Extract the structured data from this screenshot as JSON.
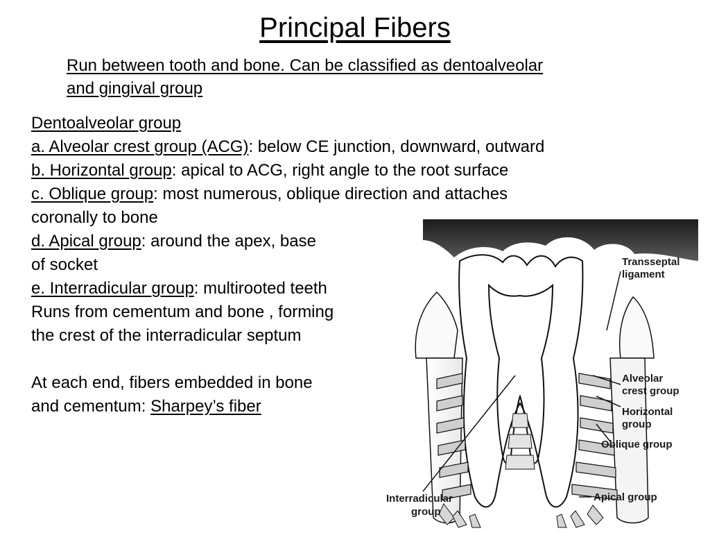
{
  "slide": {
    "title": "Principal Fibers",
    "subtitle_line1": "Run between tooth and bone. Can be classified as dentoalveolar",
    "subtitle_line2": "and gingival group",
    "lines": {
      "group_heading": "Dentoalveolar group",
      "a_label": "a. Alveolar crest group (ACG)",
      "a_text": ": below CE junction, downward, outward",
      "b_label": "b. Horizontal group",
      "b_text": ": apical to ACG, right angle to the root surface",
      "c_label": "c. Oblique group",
      "c_text_1": ": most numerous, oblique direction and attaches",
      "c_text_2": "coronally to bone",
      "d_label": "d. Apical group",
      "d_text_1": ": around the apex, base",
      "d_text_2": "of socket",
      "e_label": "e. Interradicular group",
      "e_text_1": ": multirooted teeth",
      "e_text_2": "Runs from cementum and bone , forming",
      "e_text_3": "the crest of the interradicular septum",
      "end_text_1": "At each end, fibers embedded in bone",
      "end_text_2": "and cementum: ",
      "sharpey": "Sharpey’s fiber"
    }
  },
  "figure": {
    "labels": {
      "transseptal_1": "Transseptal",
      "transseptal_2": "ligament",
      "alveolar_1": "Alveolar",
      "alveolar_2": "crest group",
      "horizontal_1": "Horizontal",
      "horizontal_2": "group",
      "oblique": "Oblique group",
      "apical": "Apical group",
      "interradicular_1": "Interradicular",
      "interradicular_2": "group"
    }
  }
}
